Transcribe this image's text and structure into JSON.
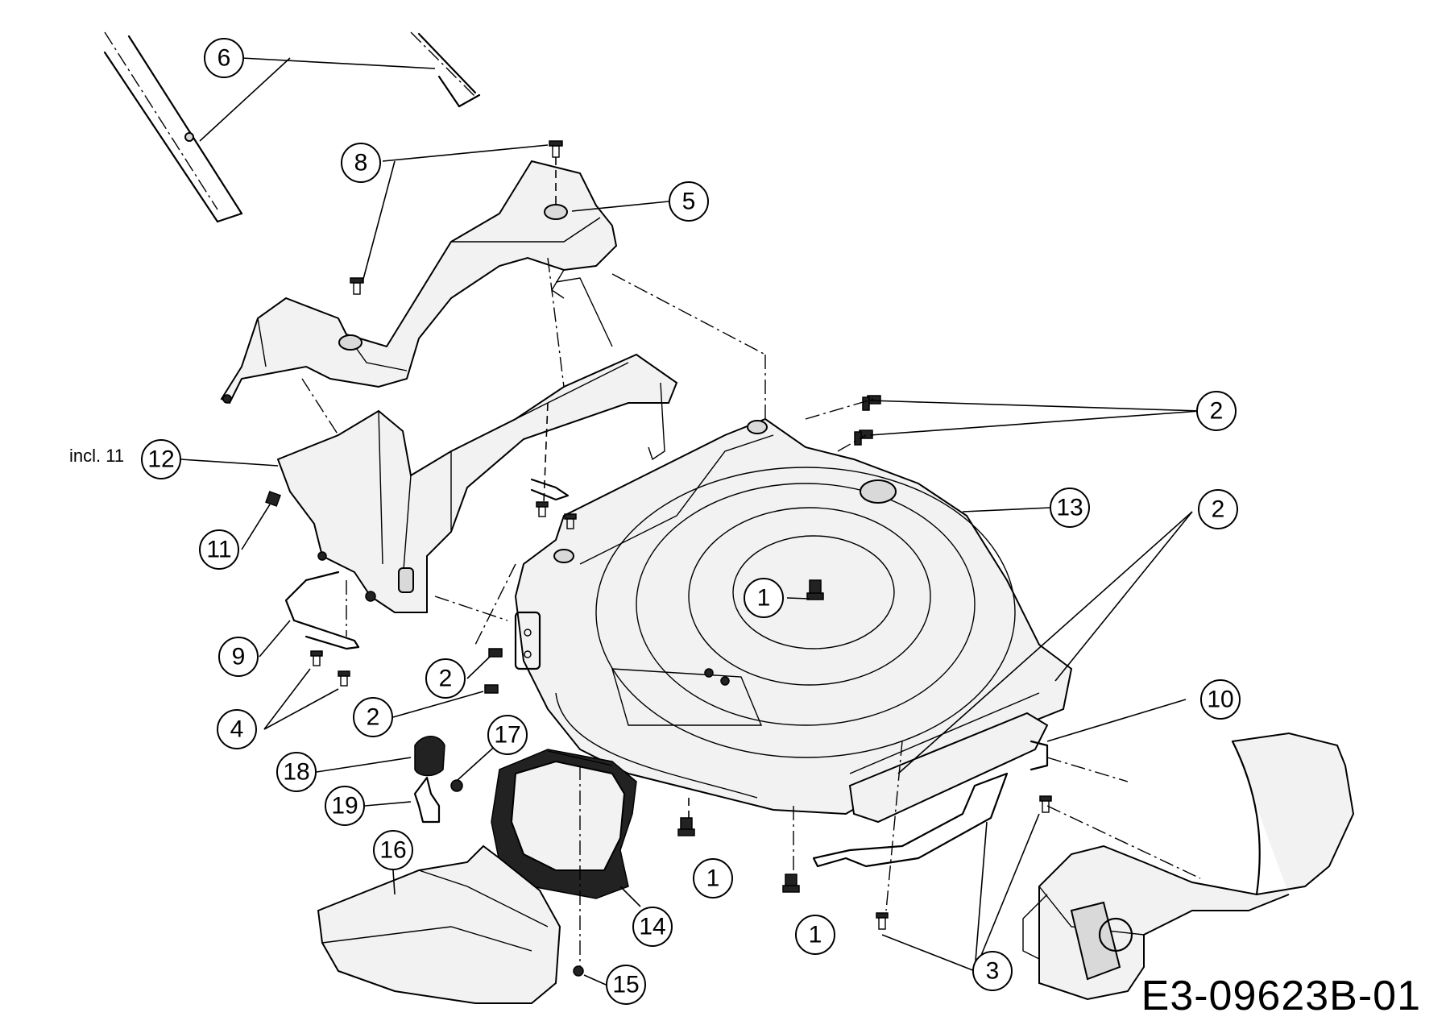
{
  "drawing_number": "E3-09623B-01",
  "note": "incl. 11",
  "callouts": [
    {
      "id": "c6",
      "label": "6"
    },
    {
      "id": "c8",
      "label": "8"
    },
    {
      "id": "c5",
      "label": "5"
    },
    {
      "id": "c2a",
      "label": "2"
    },
    {
      "id": "c12",
      "label": "12"
    },
    {
      "id": "c13",
      "label": "13"
    },
    {
      "id": "c2b",
      "label": "2"
    },
    {
      "id": "c11",
      "label": "11"
    },
    {
      "id": "c1a",
      "label": "1"
    },
    {
      "id": "c9",
      "label": "9"
    },
    {
      "id": "c2c",
      "label": "2"
    },
    {
      "id": "c10",
      "label": "10"
    },
    {
      "id": "c4",
      "label": "4"
    },
    {
      "id": "c2d",
      "label": "2"
    },
    {
      "id": "c17",
      "label": "17"
    },
    {
      "id": "c18",
      "label": "18"
    },
    {
      "id": "c19",
      "label": "19"
    },
    {
      "id": "c16",
      "label": "16"
    },
    {
      "id": "c1b",
      "label": "1"
    },
    {
      "id": "c14",
      "label": "14"
    },
    {
      "id": "c1c",
      "label": "1"
    },
    {
      "id": "c3",
      "label": "3"
    },
    {
      "id": "c15",
      "label": "15"
    }
  ]
}
